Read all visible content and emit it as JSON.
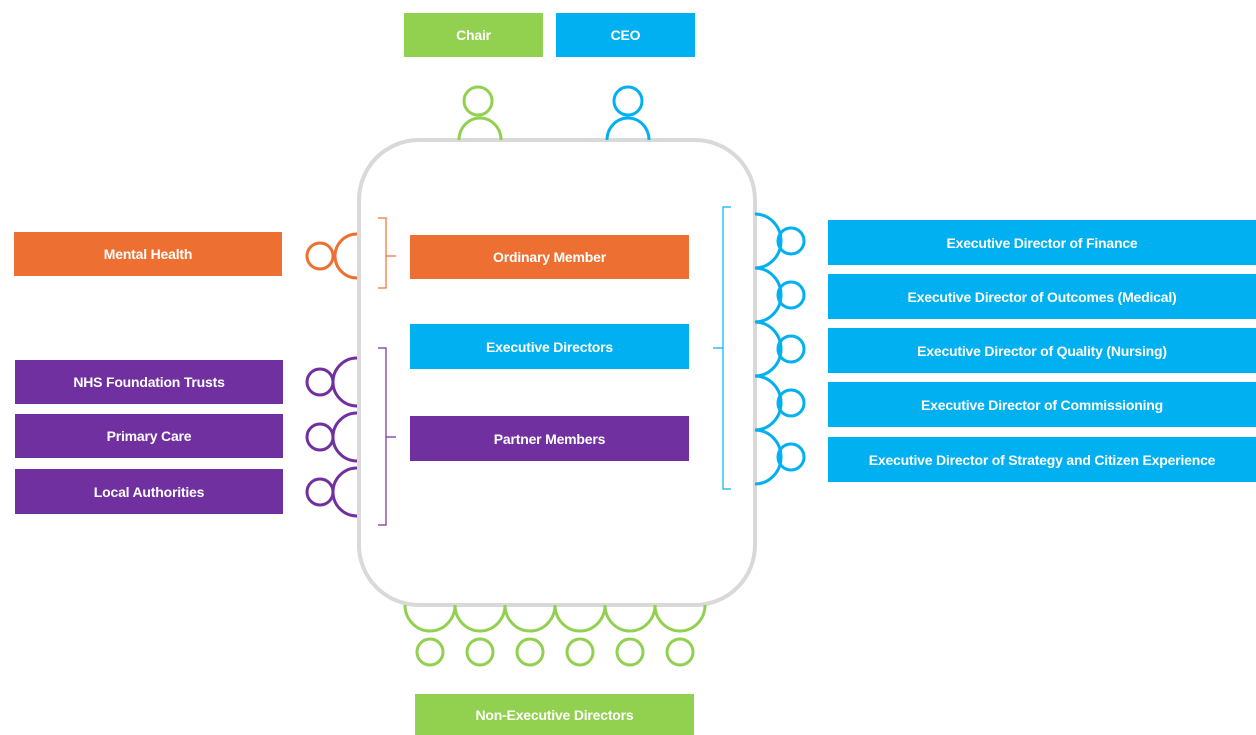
{
  "colors": {
    "green": "#92d050",
    "blue": "#00b0f0",
    "orange": "#ed7032",
    "purple": "#7030a0",
    "table_outline": "#d9d9d9",
    "text": "#ffffff"
  },
  "top": {
    "chair": "Chair",
    "ceo": "CEO"
  },
  "center": {
    "ordinary_member": "Ordinary Member",
    "executive_directors": "Executive Directors",
    "partner_members": "Partner Members"
  },
  "left": {
    "mental_health": "Mental Health",
    "partners": [
      "NHS Foundation Trusts",
      "Primary Care",
      "Local Authorities"
    ]
  },
  "right": {
    "executives": [
      "Executive Director of Finance",
      "Executive Director of Outcomes (Medical)",
      "Executive Director of Quality (Nursing)",
      "Executive Director of Commissioning",
      "Executive Director of Strategy and Citizen Experience"
    ]
  },
  "bottom": {
    "non_executive_directors": "Non-Executive Directors"
  },
  "icons": {
    "person": "person-icon"
  }
}
